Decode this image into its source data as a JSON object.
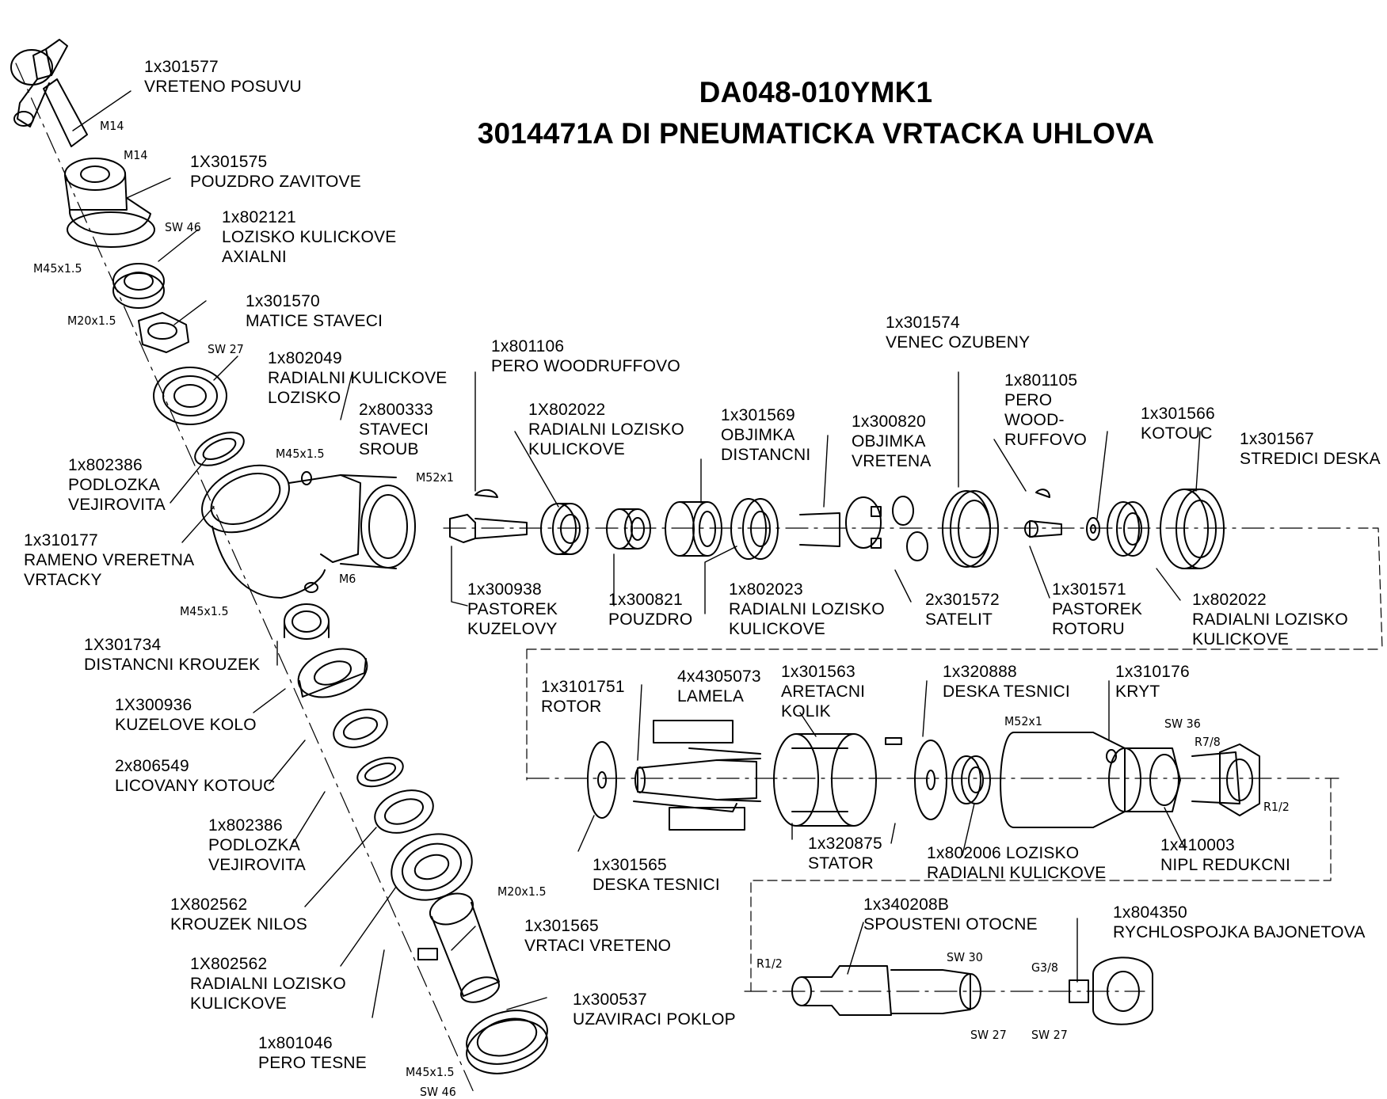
{
  "title_line1": "DA048-010YMK1",
  "title_line2": "3014471A DI PNEUMATICKA VRTACKA UHLOVA",
  "parts": [
    {
      "ref": "1x301577",
      "name": "VRETENO POSUVU"
    },
    {
      "ref": "1X301575",
      "name": "POUZDRO ZAVITOVE"
    },
    {
      "ref": "1x802121",
      "name": "LOZISKO KULICKOVE\nAXIALNI"
    },
    {
      "ref": "1x301570",
      "name": "MATICE STAVECI"
    },
    {
      "ref": "1x802049",
      "name": "RADIALNI KULICKOVE\nLOZISKO"
    },
    {
      "ref": "2x800333",
      "name": "STAVECI\nSROUB"
    },
    {
      "ref": "1x802386",
      "name": "PODLOZKA\nVEJIROVITA"
    },
    {
      "ref": "1x310177",
      "name": "RAMENO VRERETNA\nVRTACKY"
    },
    {
      "ref": "1X301734",
      "name": "DISTANCNI KROUZEK"
    },
    {
      "ref": "1X300936",
      "name": "KUZELOVE KOLO"
    },
    {
      "ref": "2x806549",
      "name": "LICOVANY KOTOUC"
    },
    {
      "ref": "1x802386",
      "name": "PODLOZKA\nVEJIROVITA"
    },
    {
      "ref": "1X802562",
      "name": "KROUZEK NILOS"
    },
    {
      "ref": "1X802562",
      "name": "RADIALNI LOZISKO\nKULICKOVE"
    },
    {
      "ref": "1x801046",
      "name": "PERO TESNE"
    },
    {
      "ref": "1x301565",
      "name": "VRTACI VRETENO"
    },
    {
      "ref": "1x300537",
      "name": "UZAVIRACI POKLOP"
    },
    {
      "ref": "1x801106",
      "name": "PERO WOODRUFFOVO"
    },
    {
      "ref": "1X802022",
      "name": "RADIALNI LOZISKO\nKULICKOVE"
    },
    {
      "ref": "1x300938",
      "name": "PASTOREK\nKUZELOVY"
    },
    {
      "ref": "1x300821",
      "name": "POUZDRO"
    },
    {
      "ref": "1x301569",
      "name": "OBJIMKA\nDISTANCNI"
    },
    {
      "ref": "1x802023",
      "name": "RADIALNI LOZISKO\nKULICKOVE"
    },
    {
      "ref": "1x300820",
      "name": "OBJIMKA\nVRETENA"
    },
    {
      "ref": "2x301572",
      "name": "SATELIT"
    },
    {
      "ref": "1x301574",
      "name": "VENEC OZUBENY"
    },
    {
      "ref": "1x801105",
      "name": "PERO\nWOOD-\nRUFFOVO"
    },
    {
      "ref": "1x301571",
      "name": "PASTOREK\nROTORU"
    },
    {
      "ref": "1x301566",
      "name": "KOTOUC"
    },
    {
      "ref": "1x301567",
      "name": "STREDICI DESKA"
    },
    {
      "ref": "1x802022",
      "name": "RADIALNI LOZISKO\nKULICKOVE"
    },
    {
      "ref": "1x3101751",
      "name": "ROTOR"
    },
    {
      "ref": "4x4305073",
      "name": "LAMELA"
    },
    {
      "ref": "1x301563",
      "name": "ARETACNI\nKOLIK"
    },
    {
      "ref": "1x320888",
      "name": "DESKA TESNICI"
    },
    {
      "ref": "1x310176",
      "name": "KRYT"
    },
    {
      "ref": "1x301565",
      "name": "DESKA TESNICI"
    },
    {
      "ref": "1x320875",
      "name": "STATOR"
    },
    {
      "ref": "1x802006 LOZISKO",
      "name": "RADIALNI KULICKOVE"
    },
    {
      "ref": "1x410003",
      "name": "NIPL REDUKCNI"
    },
    {
      "ref": "1x340208B",
      "name": "SPOUSTENI OTOCNE"
    },
    {
      "ref": "1x804350",
      "name": "RYCHLOSPOJKA BAJONETOVA"
    }
  ],
  "dimensions": [
    "M14",
    "M14",
    "SW 46",
    "M45x1.5",
    "M20x1.5",
    "SW 27",
    "M45x1.5",
    "M52x1",
    "M6",
    "M45x1.5",
    "M20x1.5",
    "M45x1.5",
    "SW 46",
    "M52x1",
    "SW 36",
    "R7/8",
    "R1/2",
    "R1/2",
    "SW 30",
    "G3/8",
    "SW 27",
    "SW 27"
  ]
}
